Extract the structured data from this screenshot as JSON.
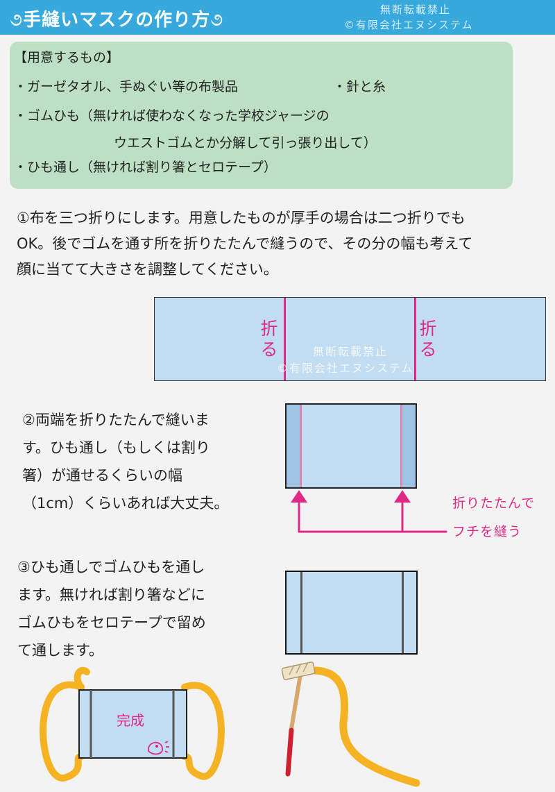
{
  "header": {
    "title": "手縫いマスクの作り方",
    "swirl": "૭",
    "watermark_line1": "無断転載禁止",
    "watermark_line2": "©有限会社エヌシステム"
  },
  "supplies": {
    "heading": "【用意するもの】",
    "item_gauze": "・ガーゼタオル、手ぬぐい等の布製品",
    "item_needle": "・針と糸",
    "item_elastic_1": "・ゴムひも（無ければ使わなくなった学校ジャージの",
    "item_elastic_2": "ウエストゴムとか分解して引っ張り出して）",
    "item_threader": "・ひも通し（無ければ割り箸とセロテープ）"
  },
  "step1": {
    "lines": [
      "①布を三つ折りにします。用意したものが厚手の場合は二つ折りでも",
      "OK。後でゴムを通す所を折りたたんで縫うので、その分の幅も考えて",
      "顔に当てて大きさを調整してください。"
    ],
    "fold_label_1": "折\nる",
    "fold_label_2": "折\nる"
  },
  "step2": {
    "lines": [
      "②両端を折りたたんで縫いま",
      "す。ひも通し（もしくは割り",
      "箸）が通せるくらいの幅",
      "（1cm）くらいあれば大丈夫。"
    ],
    "annotation_1": "折りたたんで",
    "annotation_2": "フチを縫う"
  },
  "step3": {
    "lines": [
      "③ひも通しでゴムひもを通し",
      "ます。無ければ割り箸などに",
      "ゴムひもをセロテープで留め",
      "て通します。"
    ]
  },
  "finished": {
    "label": "完成"
  },
  "colors": {
    "header_bg": "#38a9dc",
    "supplies_bg": "#bde0c5",
    "fabric": "#c2dcf1",
    "accent_pink": "#de2a84",
    "elastic_yellow": "#f5b223"
  }
}
